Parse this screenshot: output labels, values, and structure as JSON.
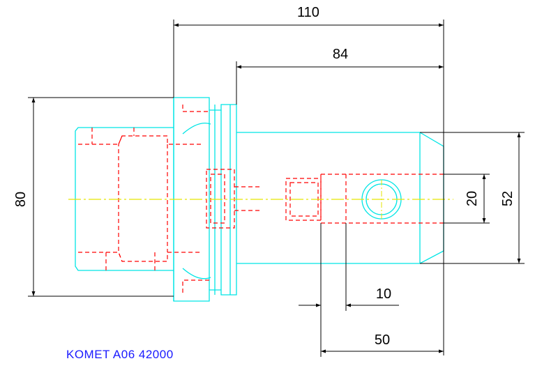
{
  "drawing": {
    "caption": "KOMET A06 42000",
    "colors": {
      "outline": "#00e5e5",
      "hidden": "#ff0000",
      "centerline": "#e5e500",
      "dimension": "#000000",
      "caption": "#1a1aff",
      "background": "#ffffff"
    }
  },
  "dimensions": {
    "overall_length": "110",
    "shank_length": "84",
    "flange_diameter": "80",
    "shank_diameter": "52",
    "bore_diameter": "20",
    "bore_offset": "10",
    "bore_depth": "50"
  }
}
